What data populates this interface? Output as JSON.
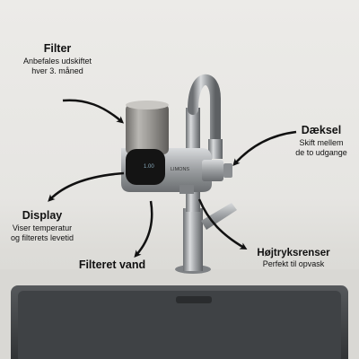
{
  "labels": {
    "filter": {
      "title": "Filter",
      "lines": [
        "Anbefales udskiftet",
        "hver 3. måned"
      ]
    },
    "daeksel": {
      "title": "Dæksel",
      "lines": [
        "Skift mellem",
        "de to udgange"
      ]
    },
    "display": {
      "title": "Display",
      "lines": [
        "Viser temperatur",
        "og filterets levetid"
      ]
    },
    "filteret_vand": {
      "title": "Filteret vand"
    },
    "hoejtryksrenser": {
      "title": "Højtryksrenser",
      "lines": [
        "Perfekt til opvask"
      ]
    }
  },
  "device": {
    "brand": "LIMONS",
    "display_text": "1.00"
  },
  "colors": {
    "wall": "#e9e8e5",
    "counter": "#d9d8d4",
    "steel": "#8a8d90",
    "display": "#141414",
    "arrow": "#111111"
  }
}
